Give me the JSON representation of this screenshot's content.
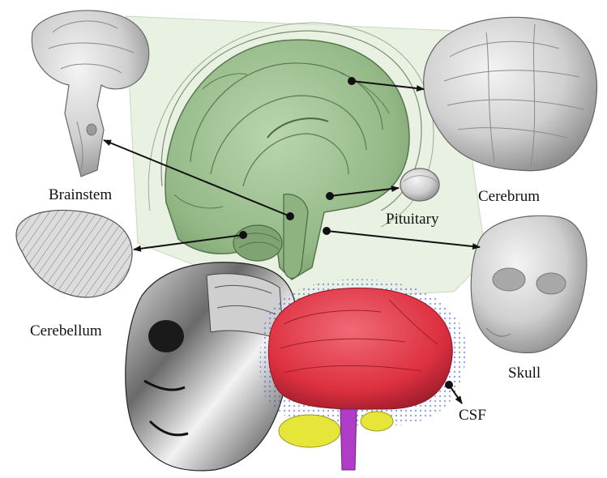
{
  "labels": {
    "brainstem": "Brainstem",
    "cerebrum": "Cerebrum",
    "pituitary": "Pituitary",
    "cerebellum": "Cerebellum",
    "skull": "Skull",
    "csf": "CSF"
  },
  "colors": {
    "sagittal_brain": "#9bbf8e",
    "sagittal_slice_plane": "#e8f0e0",
    "grey_mesh": "#d4d4d4",
    "dark_metal": "#5a5a5a",
    "cerebrum_rendered": "#e23a4a",
    "csf_points": "#3a55d8",
    "cerebellum_rendered": "#e6e63a",
    "brainstem_rendered": "#b03cc8",
    "arrows": "#111111"
  }
}
